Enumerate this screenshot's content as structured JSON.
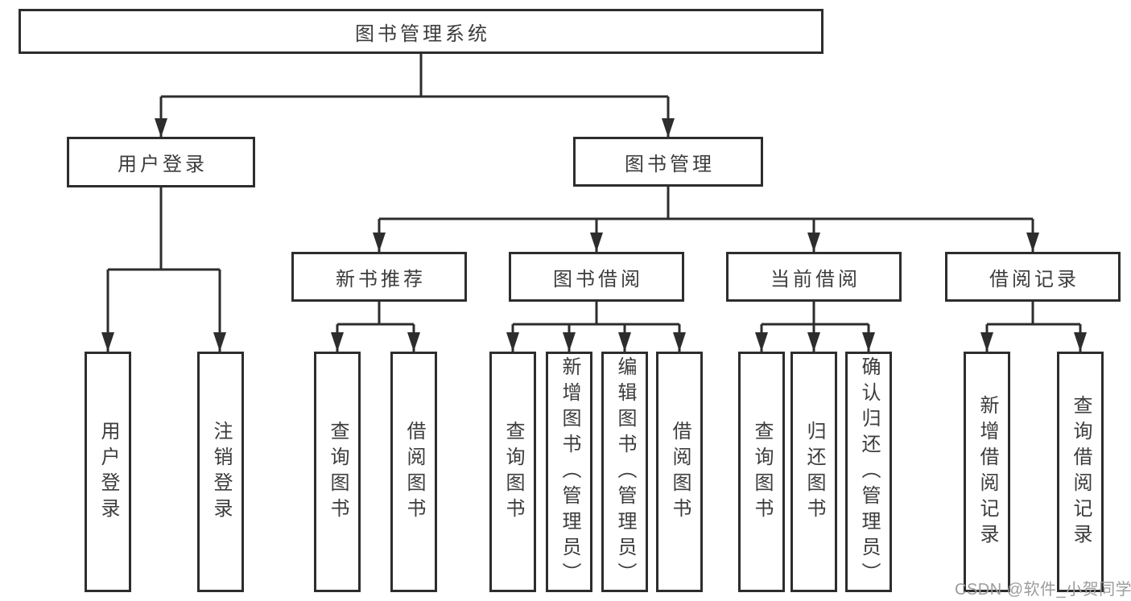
{
  "tree": {
    "root": {
      "label": "图书管理系统"
    },
    "branches": [
      {
        "label": "用户登录",
        "children": [
          {
            "label": "用户登录"
          },
          {
            "label": "注销登录"
          }
        ]
      },
      {
        "label": "图书管理",
        "children": [
          {
            "label": "新书推荐",
            "children": [
              {
                "label": "查询图书"
              },
              {
                "label": "借阅图书"
              }
            ]
          },
          {
            "label": "图书借阅",
            "children": [
              {
                "label": "查询图书"
              },
              {
                "label": "新增图书（管理员）"
              },
              {
                "label": "编辑图书（管理员）"
              },
              {
                "label": "借阅图书"
              }
            ]
          },
          {
            "label": "当前借阅",
            "children": [
              {
                "label": "查询图书"
              },
              {
                "label": "归还图书"
              },
              {
                "label": "确认归还（管理员）"
              }
            ]
          },
          {
            "label": "借阅记录",
            "children": [
              {
                "label": "新增借阅记录"
              },
              {
                "label": "查询借阅记录"
              }
            ]
          }
        ]
      }
    ]
  },
  "watermark": "CSDN @软件_小贺同学",
  "colors": {
    "line": "#2d2d2d",
    "box_border": "#2d2d2d",
    "text": "#3c3c3c",
    "background": "#ffffff",
    "watermark": "#9c9c9c"
  }
}
